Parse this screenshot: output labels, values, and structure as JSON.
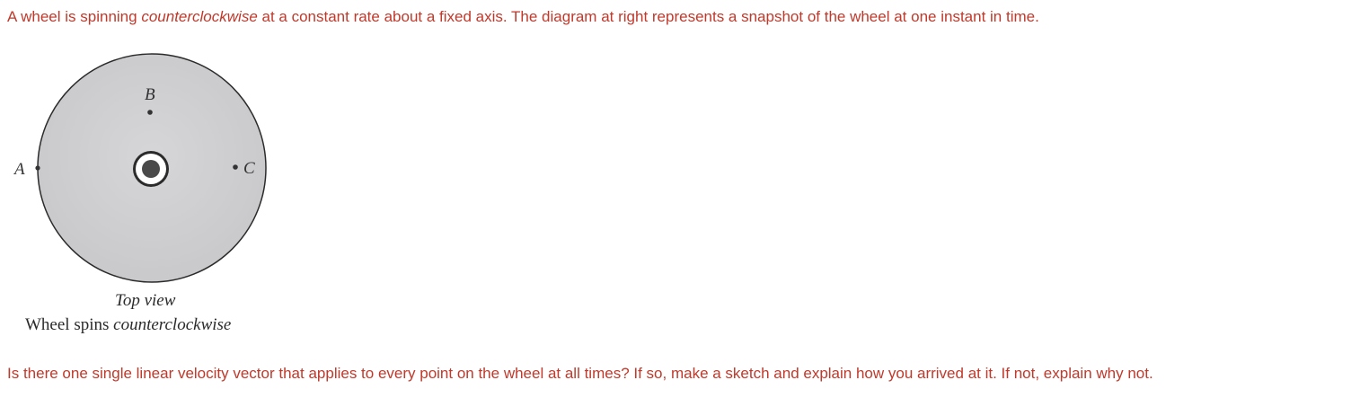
{
  "intro": {
    "part1": "A wheel is spinning ",
    "emphasis": "counterclockwise",
    "part2": " at a constant rate about a fixed axis. The diagram at right represents a snapshot of the wheel at one instant in time."
  },
  "figure": {
    "point_labels": {
      "a": "A",
      "b": "B",
      "c": "C"
    },
    "caption_line1": "Top view",
    "caption_line2_prefix": "Wheel spins ",
    "caption_line2_emphasis": "counterclockwise"
  },
  "question": "Is there one single linear velocity vector that applies to every point on the wheel at all times?  If so, make a sketch and explain how you arrived at it.  If not, explain why not.",
  "colors": {
    "question_text": "#c0392b",
    "wheel_fill": "#cfcfd2",
    "wheel_stroke": "#2b2b2b"
  }
}
